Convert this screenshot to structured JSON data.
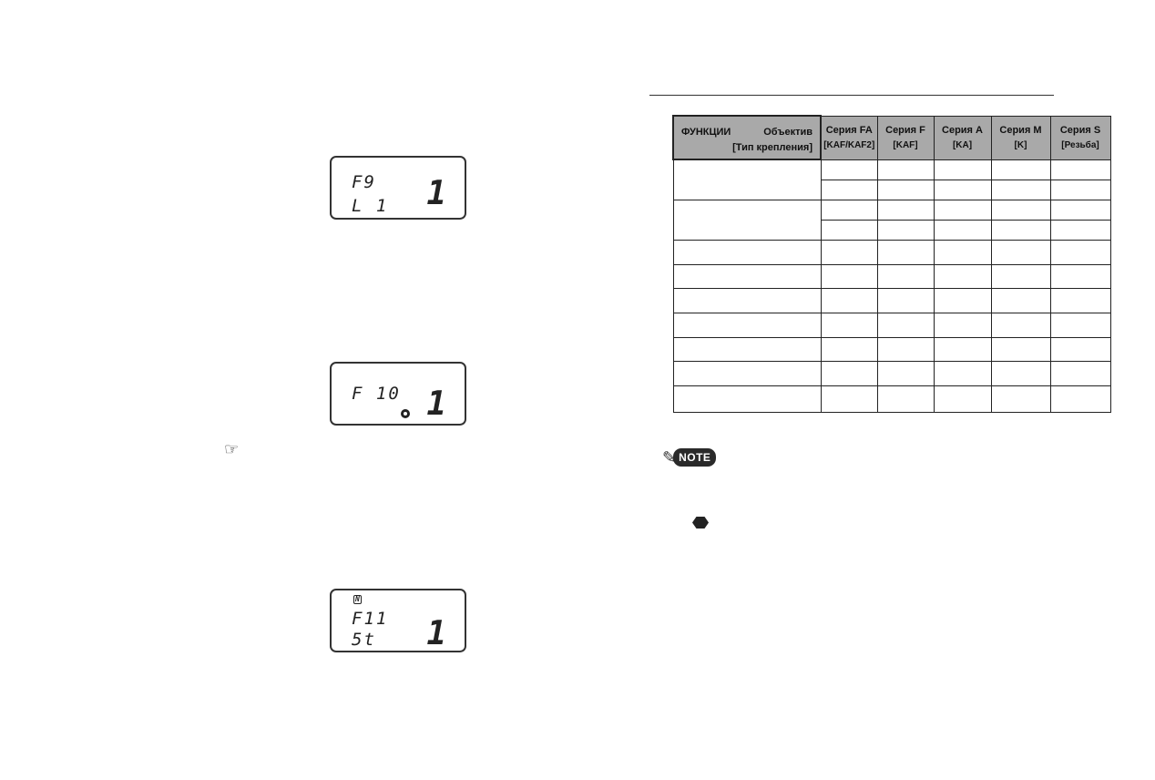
{
  "left_page": {
    "lcd_panels": [
      {
        "line1": "F9",
        "line2": "L 1",
        "value": "1"
      },
      {
        "line1": "F 10",
        "line2": "",
        "value": "1",
        "indicator": "dot-icon"
      },
      {
        "badge": "N",
        "line1": "F11",
        "line2": "5t",
        "value": "1"
      }
    ],
    "pointer_icon": "pointing-hand-icon"
  },
  "right_page": {
    "table": {
      "header_first": {
        "functions": "ФУНКЦИИ",
        "lens": "Объектив",
        "mount": "[Тип крепления]"
      },
      "columns": [
        {
          "title": "Серия FA",
          "sub": "[KAF/KAF2]"
        },
        {
          "title": "Серия F",
          "sub": "[KAF]"
        },
        {
          "title": "Серия A",
          "sub": "[KA]"
        },
        {
          "title": "Серия M",
          "sub": "[K]"
        },
        {
          "title": "Серия S",
          "sub": "[Резьба]"
        }
      ],
      "header_color": "#a9a9a9"
    },
    "note_label": "NOTE",
    "note_icon": "pencil-icon",
    "bullet_icon": "hexagon-icon"
  }
}
